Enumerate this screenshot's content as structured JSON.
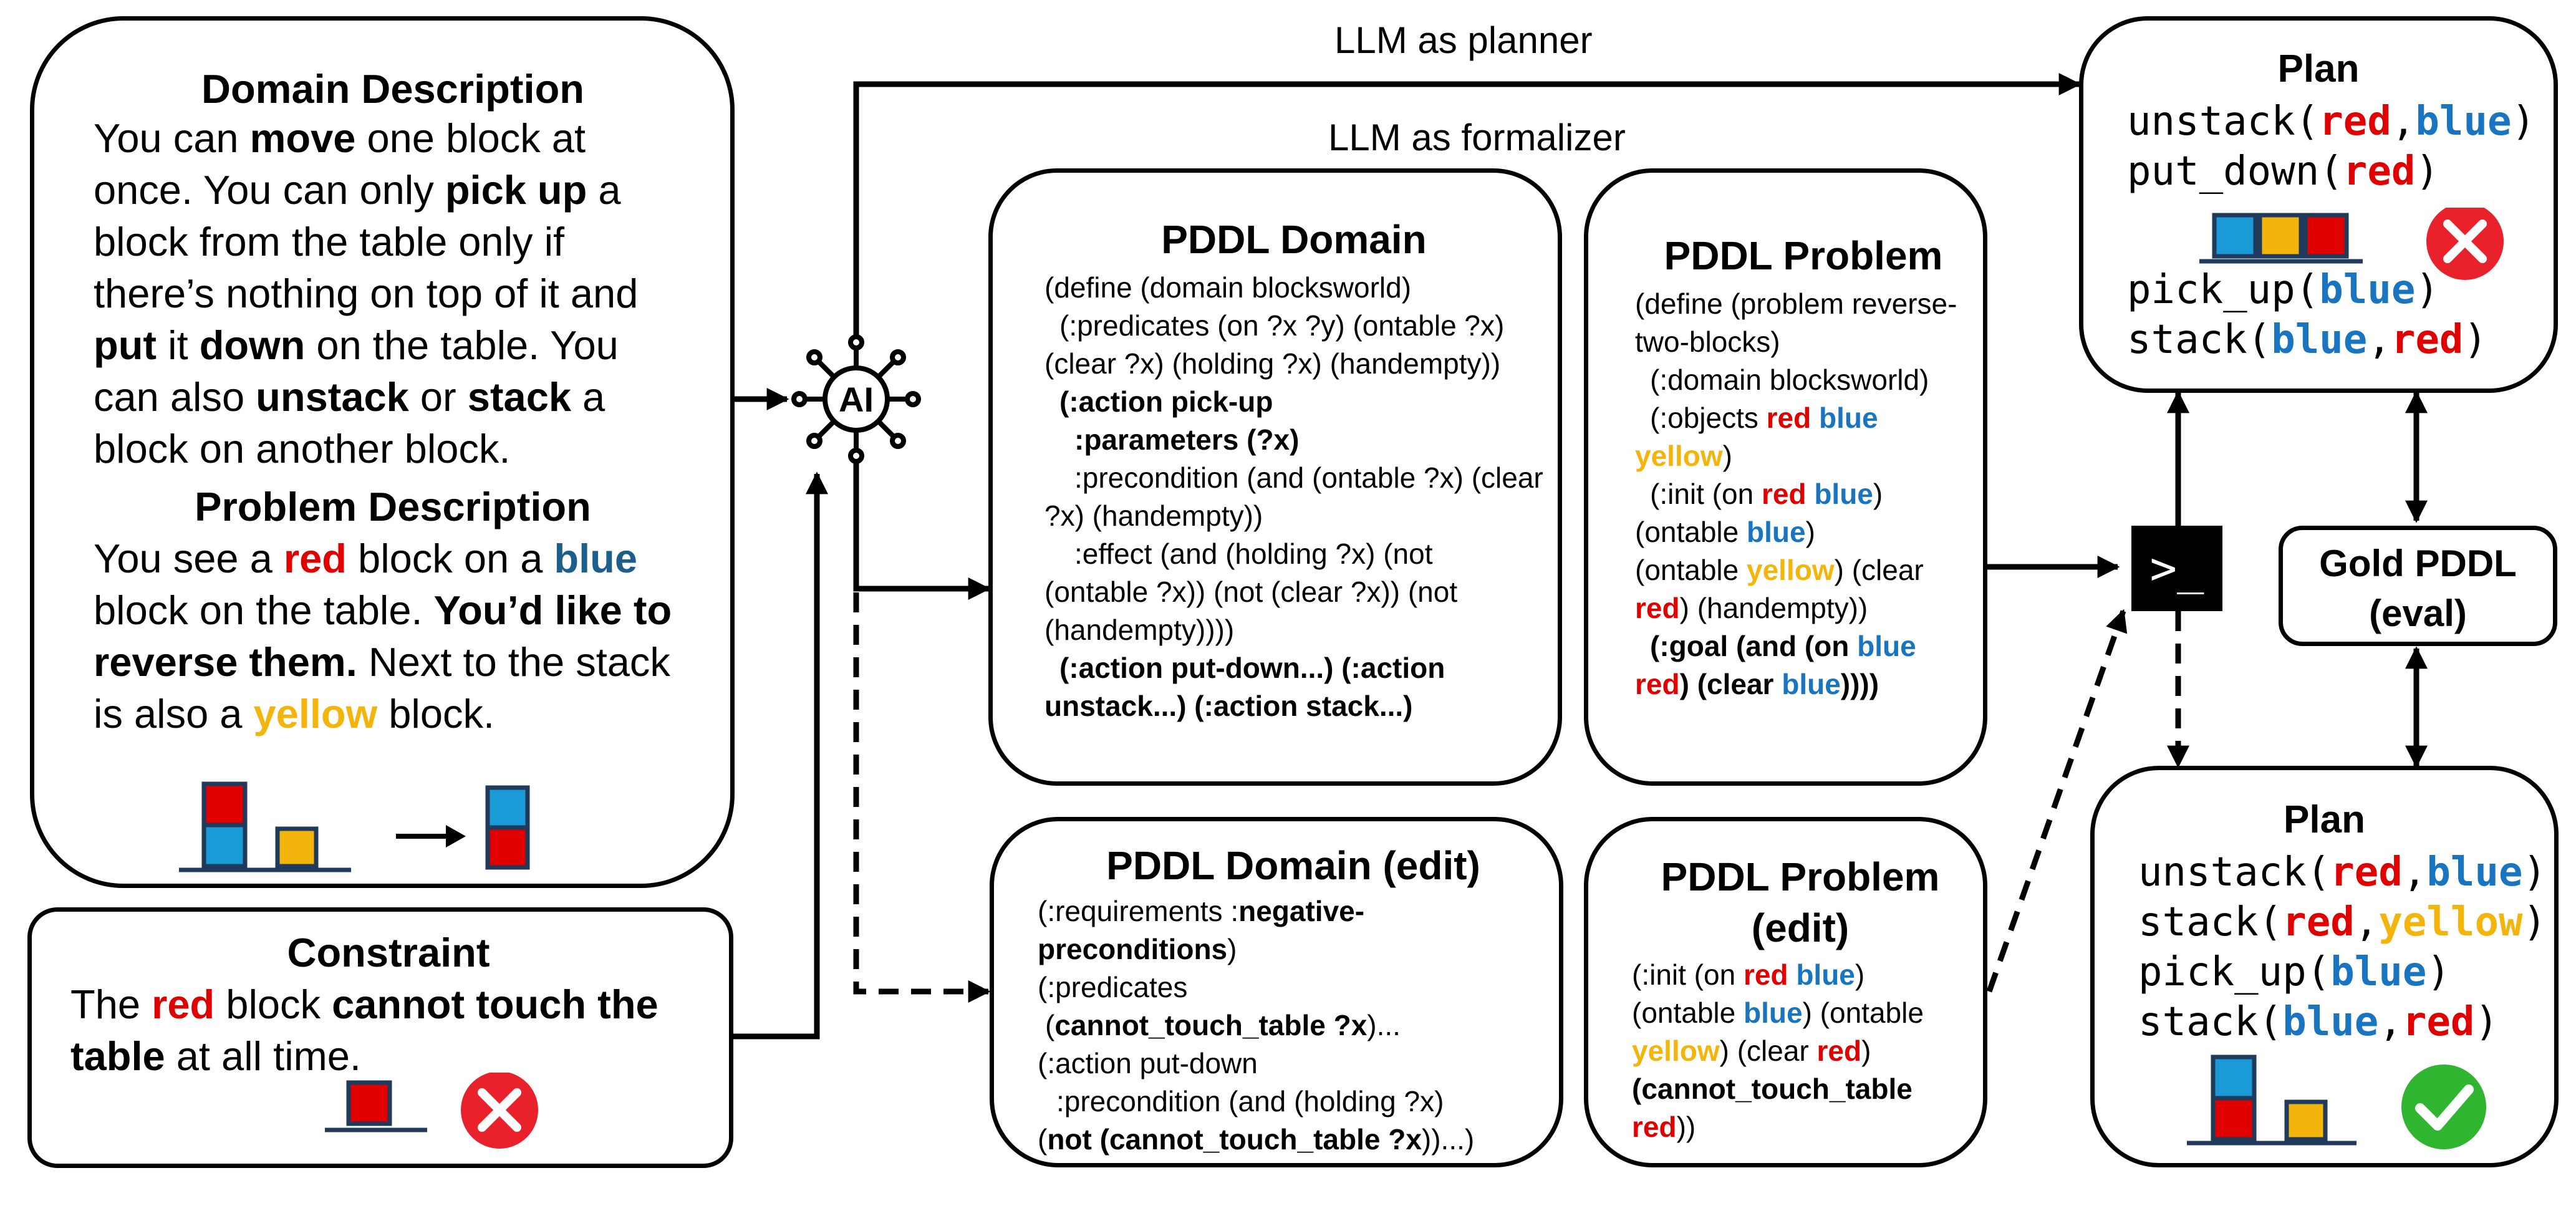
{
  "labels": {
    "planner": "LLM as planner",
    "formalizer": "LLM as formalizer"
  },
  "domain_description": {
    "title": "Domain Description",
    "t1": "You can ",
    "move": "move",
    "t2": " one block at once. You can only ",
    "pick_up": "pick up",
    "t3": " a block from the table only if there’s nothing on top of it and ",
    "put": "put",
    "t4": " it ",
    "down": "down",
    "t5": " on the table. You can also ",
    "unstack": "unstack",
    "t6": " or ",
    "stack": "stack",
    "t7": " a block on another block."
  },
  "problem_description": {
    "title": "Problem Description",
    "t1": "You see a ",
    "red": "red",
    "t2": " block on a ",
    "blue": "blue",
    "t3": " block on the table. ",
    "reverse": "You’d like to reverse them.",
    "t4": " Next to the stack is also a ",
    "yellow": "yellow",
    "t5": " block."
  },
  "constraint": {
    "title": "Constraint",
    "t1": "The ",
    "red": "red",
    "t2": " block ",
    "cannot": "cannot touch the table",
    "t3": " at all time."
  },
  "pddl_domain": {
    "title": "PDDL Domain",
    "l1": "(define (domain blocksworld)",
    "l2": "(:predicates (on ?x ?y) (ontable ?x) (clear ?x) (holding ?x) (handempty))",
    "l3": "(:action pick-up",
    "l4": ":parameters (?x)",
    "l5": ":precondition (and (ontable ?x) (clear ?x) (handempty))",
    "l6": ":effect (and (holding ?x) (not (ontable ?x)) (not (clear ?x)) (not (handempty))))",
    "l7": "(:action put-down...) (:action unstack...) (:action stack...)"
  },
  "pddl_problem": {
    "title": "PDDL Problem",
    "l1": "(define (problem reverse-two-blocks)",
    "l2": "(:domain blocksworld)",
    "l3": "(:objects ",
    "red": "red",
    "blue": "blue",
    "yellow": "yellow",
    "close": ")",
    "l4": "(:init (on ",
    "l4b": ")",
    "l5": "(ontable ",
    "l5b": ")",
    "l6": "(ontable ",
    "l6b": ") (clear",
    "l7b": ") (handempty))",
    "goal1": "(:goal (and (on ",
    "goal2": ") (clear ",
    "goal3": "))))"
  },
  "pddl_domain_edit": {
    "title": "PDDL Domain (edit)",
    "l1": "(:requirements :",
    "l1b": "negative-preconditions",
    "l1c": ")",
    "l2": "(:predicates",
    "l3b": "cannot_touch_table ?x",
    "l3c": ")...",
    "l4": "(:action put-down",
    "l5": ":precondition (and (holding ?x)",
    "l6a": "(",
    "l6b": "not (cannot_touch_table ?x",
    "l6c": "))...)"
  },
  "pddl_problem_edit": {
    "title": "PDDL Problem (edit)",
    "l1": "(:init (on ",
    "l1b": ")",
    "l2": "(ontable ",
    "l2b": ") (ontable",
    "l3b": ") (clear ",
    "l3c": ")",
    "l4": "(cannot_touch_table",
    "l5b": "))"
  },
  "plan_top": {
    "title": "Plan",
    "a1": "unstack(",
    "a2": "put_down(",
    "a3": "pick_up(",
    "a4": "stack(",
    "red": "red",
    "blue": "blue",
    "comma": ",",
    "close": ")"
  },
  "plan_bottom": {
    "title": "Plan",
    "a1": "unstack(",
    "a2": "stack(",
    "a3": "pick_up(",
    "a4": "stack(",
    "red": "red",
    "blue": "blue",
    "yellow": "yellow",
    "comma": ",",
    "close": ")"
  },
  "gold": {
    "line1": "Gold PDDL",
    "line2": "(eval)"
  },
  "icons": {
    "ai": "AI",
    "terminal": ">_"
  },
  "colors": {
    "red": "#e00000",
    "blue": "#1a9ad6",
    "yellow": "#f3b40c",
    "fail": "#e8212b",
    "success": "#2fb52f"
  }
}
